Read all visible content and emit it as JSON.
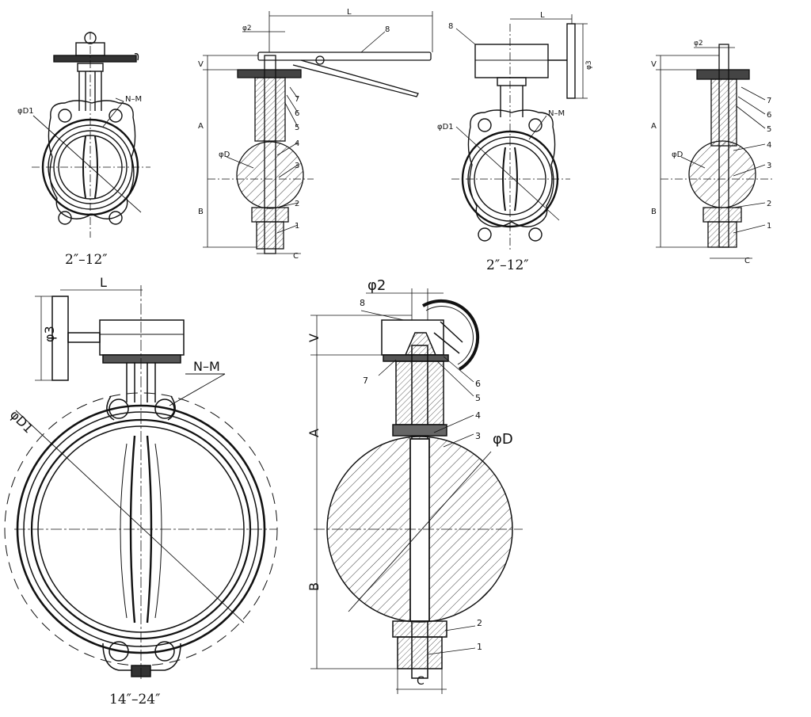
{
  "views": {
    "small_front_handle": {
      "size_range": "2″–12″",
      "nut_label": "N–M",
      "diameter_label": "φD1"
    },
    "small_side_handle": {
      "dims": {
        "L": "L",
        "V": "V",
        "A": "A",
        "B": "B",
        "C": "C",
        "D": "φD",
        "D2": "φ2"
      },
      "parts": [
        "8",
        "7",
        "6",
        "5",
        "4",
        "3",
        "2",
        "1"
      ]
    },
    "small_front_gear": {
      "size_range": "2″–12″",
      "nut_label": "N–M",
      "diameter_label": "φD1",
      "top_label": "8",
      "dims": {
        "L": "L",
        "D3": "φ3"
      }
    },
    "small_side_gear": {
      "dims": {
        "V": "V",
        "A": "A",
        "B": "B",
        "C": "C",
        "D": "φD",
        "D2": "φ2"
      },
      "parts": [
        "7",
        "6",
        "5",
        "4",
        "3",
        "2",
        "1"
      ]
    },
    "large_front_gear": {
      "size_range": "14″–24″",
      "nut_label": "N–M",
      "diameter_label": "φD1",
      "dims": {
        "L": "L",
        "D3": "φ3"
      }
    },
    "large_side_gear": {
      "dims": {
        "V": "V",
        "A": "A",
        "B": "B",
        "C": "C",
        "D": "φD",
        "D2": "φ2"
      },
      "parts": [
        "8",
        "7",
        "6",
        "5",
        "4",
        "3",
        "2",
        "1"
      ]
    }
  }
}
